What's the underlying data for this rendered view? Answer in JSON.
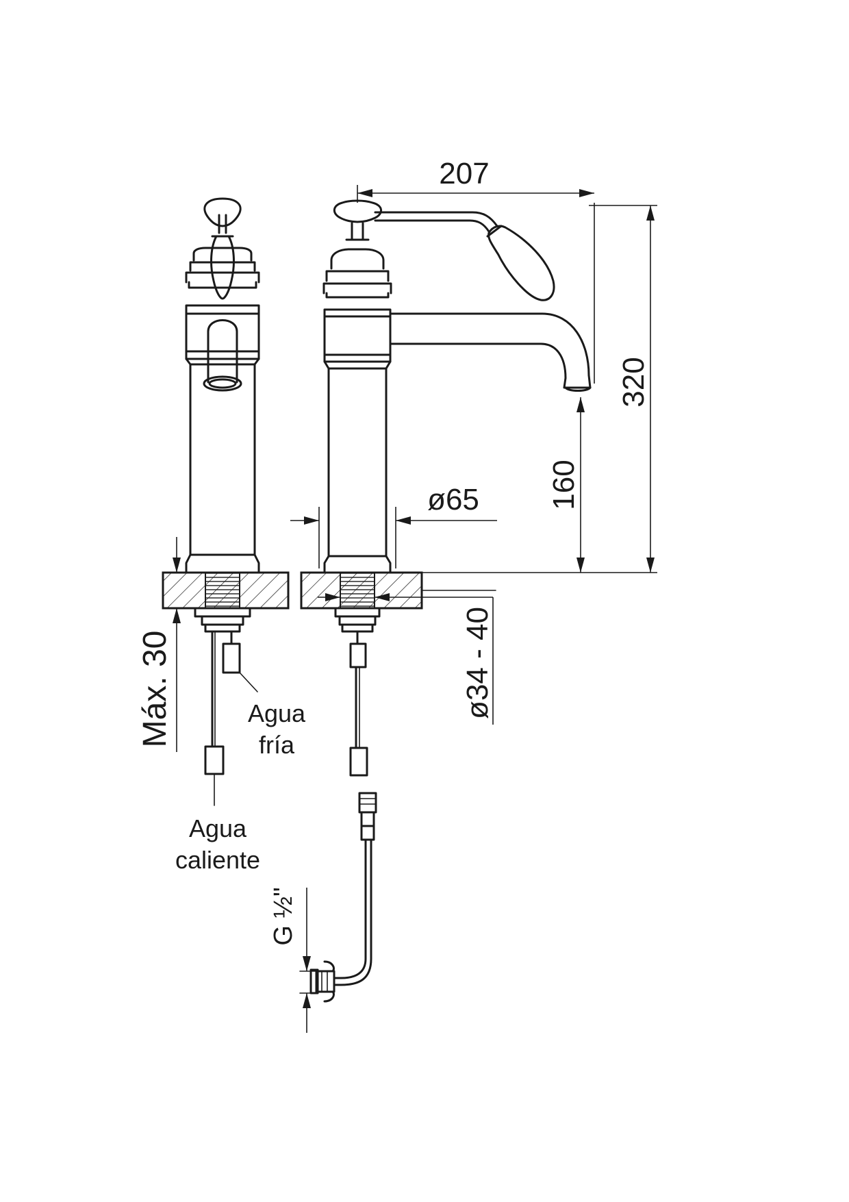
{
  "dimensions": {
    "spout_reach": "207",
    "total_height": "320",
    "spout_height": "160",
    "body_diameter": "ø65",
    "hole_diameter": "ø34 - 40",
    "max_thickness": "Máx. 30",
    "connection": "G ½\""
  },
  "labels": {
    "cold_line1": "Agua",
    "cold_line2": "fría",
    "hot_line1": "Agua",
    "hot_line2": "caliente"
  }
}
